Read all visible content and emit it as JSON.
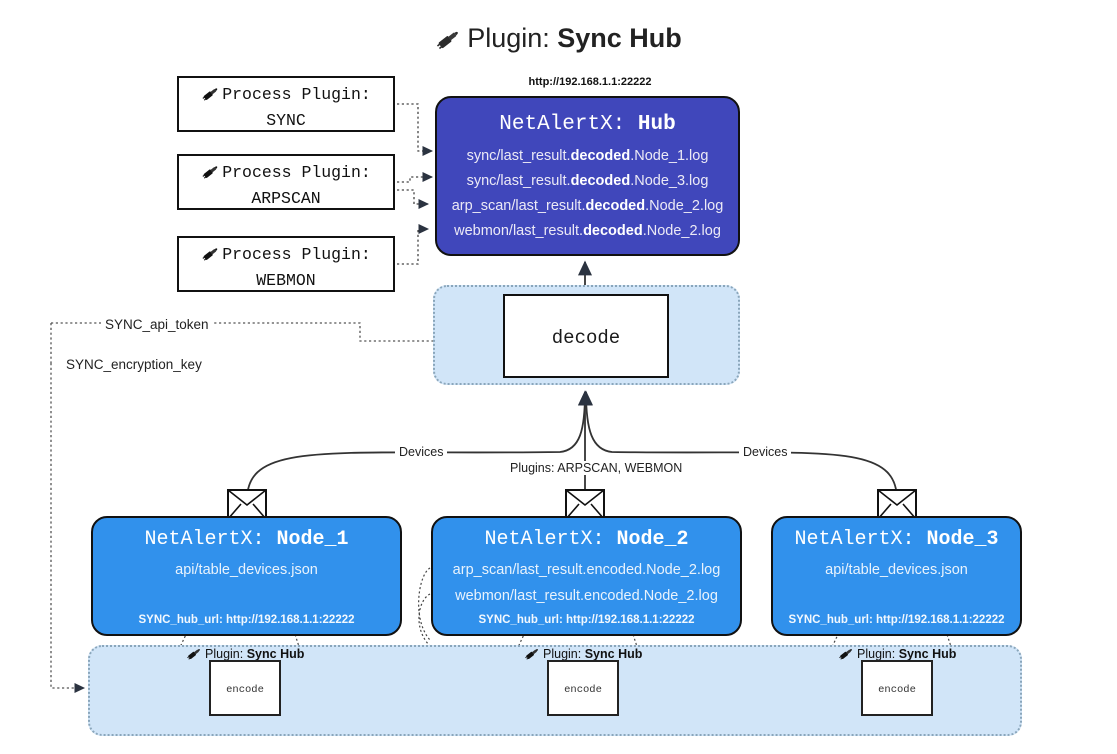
{
  "title": {
    "icon": "plug-icon",
    "prefix": "Plugin:",
    "name": "Sync Hub"
  },
  "process_plugins": [
    {
      "icon": "plug-icon",
      "line1": "Process Plugin:",
      "line2": "SYNC"
    },
    {
      "icon": "plug-icon",
      "line1": "Process Plugin:",
      "line2": "ARPSCAN"
    },
    {
      "icon": "plug-icon",
      "line1": "Process Plugin:",
      "line2": "WEBMON"
    }
  ],
  "hub": {
    "url": "http://192.168.1.1:22222",
    "title_prefix": "NetAlertX:",
    "title_name": "Hub",
    "lines": [
      {
        "pre": "sync/last_result.",
        "bold": "decoded",
        "post": ".Node_1.log"
      },
      {
        "pre": "sync/last_result.",
        "bold": "decoded",
        "post": ".Node_3.log"
      },
      {
        "pre": "arp_scan/last_result.",
        "bold": "decoded",
        "post": ".Node_2.log"
      },
      {
        "pre": "webmon/last_result.",
        "bold": "decoded",
        "post": ".Node_2.log"
      }
    ]
  },
  "decode": {
    "label": "decode"
  },
  "tokens": {
    "api_token": "SYNC_api_token",
    "encryption_key": "SYNC_encryption_key"
  },
  "edge_labels": {
    "devices_left": "Devices",
    "devices_right": "Devices",
    "plugins_center": "Plugins: ARPSCAN, WEBMON"
  },
  "nodes": [
    {
      "title_prefix": "NetAlertX:",
      "title_name": "Node_1",
      "lines": [
        "api/table_devices.json"
      ],
      "footer": "SYNC_hub_url: http://192.168.1.1:22222"
    },
    {
      "title_prefix": "NetAlertX:",
      "title_name": "Node_2",
      "lines": [
        "arp_scan/last_result.encoded.Node_2.log",
        "webmon/last_result.encoded.Node_2.log"
      ],
      "footer": "SYNC_hub_url: http://192.168.1.1:22222"
    },
    {
      "title_prefix": "NetAlertX:",
      "title_name": "Node_3",
      "lines": [
        "api/table_devices.json"
      ],
      "footer": "SYNC_hub_url: http://192.168.1.1:22222"
    }
  ],
  "plugin_instances": [
    {
      "icon": "plug-icon",
      "prefix": "Plugin:",
      "name": "Sync Hub",
      "box": "encode"
    },
    {
      "icon": "plug-icon",
      "prefix": "Plugin:",
      "name": "Sync Hub",
      "box": "encode"
    },
    {
      "icon": "plug-icon",
      "prefix": "Plugin:",
      "name": "Sync Hub",
      "box": "encode"
    }
  ],
  "colors": {
    "hub_fill": "#4047bb",
    "node_fill": "#3191ec",
    "container_fill": "#d1e5f8",
    "container_border": "#8aa6bb",
    "stroke": "#111111",
    "page_bg": "#ffffff"
  }
}
